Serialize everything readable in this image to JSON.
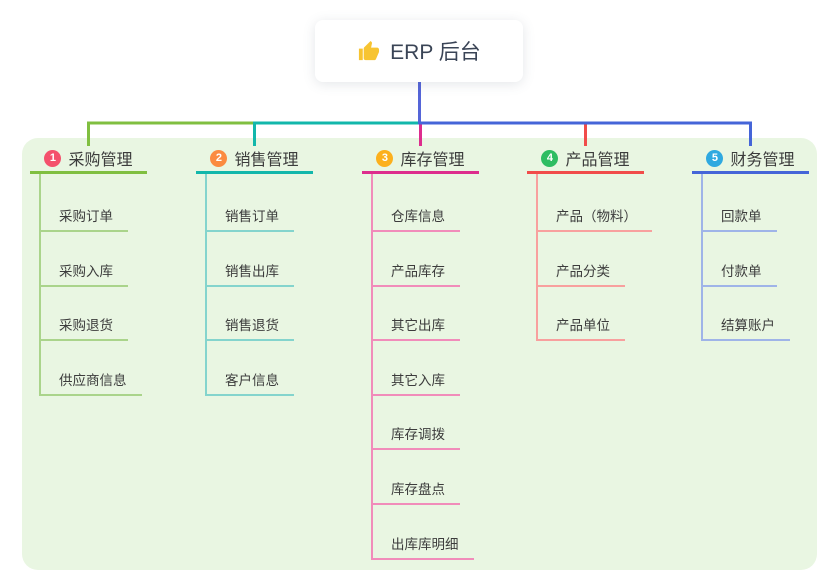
{
  "root": {
    "title": "ERP 后台",
    "icon": "thumbs-up-icon"
  },
  "branches": [
    {
      "number": "1",
      "label": "采购管理",
      "badge_color": "#f4516c",
      "line_color": "#80bf40",
      "child_line_color": "#aad48b",
      "children": [
        "采购订单",
        "采购入库",
        "采购退货",
        "供应商信息"
      ]
    },
    {
      "number": "2",
      "label": "销售管理",
      "badge_color": "#fb8b40",
      "line_color": "#12b7ab",
      "child_line_color": "#84d4cd",
      "children": [
        "销售订单",
        "销售出库",
        "销售退货",
        "客户信息"
      ]
    },
    {
      "number": "3",
      "label": "库存管理",
      "badge_color": "#fcb01d",
      "line_color": "#dd2d8d",
      "child_line_color": "#f18cba",
      "children": [
        "仓库信息",
        "产品库存",
        "其它出库",
        "其它入库",
        "库存调拨",
        "库存盘点",
        "出库库明细"
      ]
    },
    {
      "number": "4",
      "label": "产品管理",
      "badge_color": "#2ebd62",
      "line_color": "#f14c4a",
      "child_line_color": "#f8a09e",
      "children": [
        "产品（物料）",
        "产品分类",
        "产品单位"
      ]
    },
    {
      "number": "5",
      "label": "财务管理",
      "badge_color": "#2fa9e0",
      "line_color": "#4565d8",
      "child_line_color": "#9fb4e8",
      "children": [
        "回款单",
        "付款单",
        "结算账户"
      ]
    }
  ],
  "colors": {
    "root_connector": "#5565d8",
    "panel_background": "#e9f6e2",
    "text": "#3c3c3c",
    "root_text": "#3a4456",
    "thumb_icon": "#f7c431"
  }
}
